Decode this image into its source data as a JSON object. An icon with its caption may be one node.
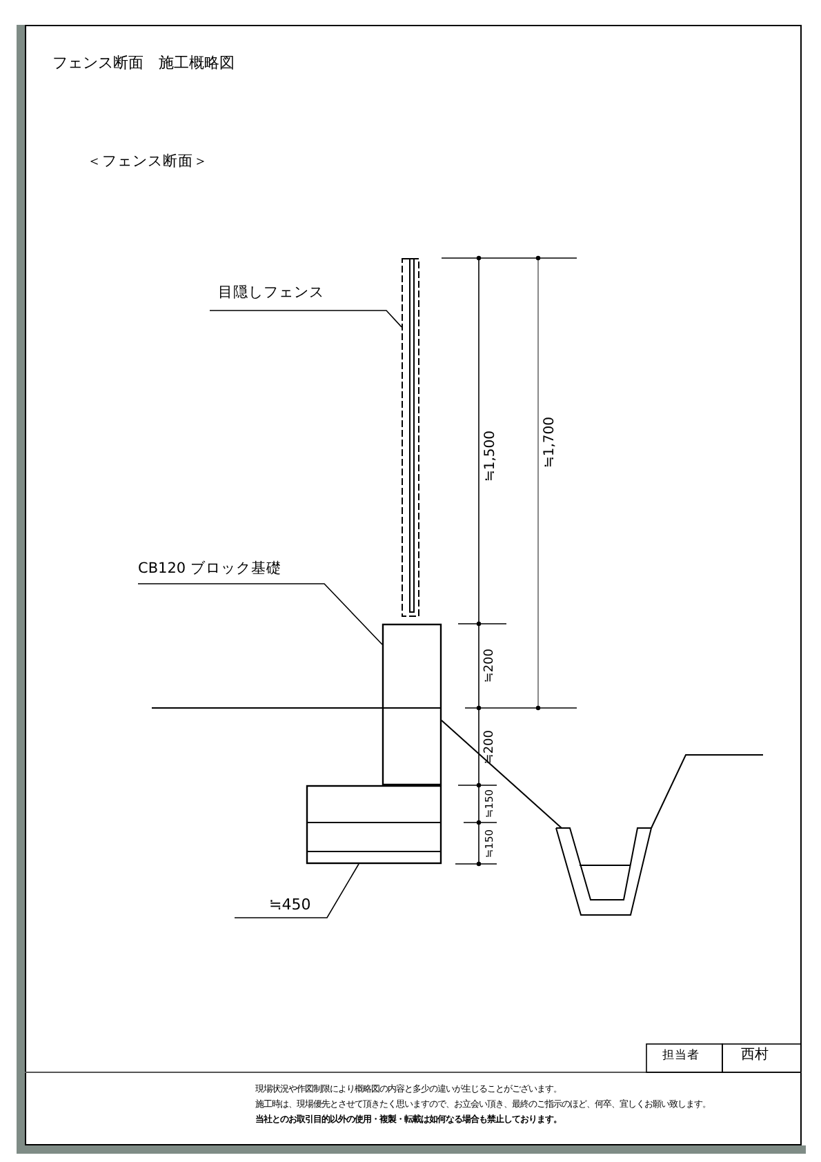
{
  "diagram": {
    "title": "フェンス断面　施工概略図",
    "nodes": [
      {
        "text": [
          "目隠しフェンス"
        ]
      },
      {
        "text": [],
        "shape": "bar"
      },
      {
        "text": [
          "CB120 ブロック基礎"
        ]
      },
      {
        "text": [],
        "shape": "box"
      },
      {
        "text": [
          "≒450"
        ]
      },
      {
        "text": [],
        "shape": "box"
      }
    ],
    "edges": [
      {
        "from": 0,
        "to": 1,
        "arrow": "none"
      },
      {
        "from": 2,
        "to": 3,
        "arrow": "none"
      },
      {
        "from": 4,
        "to": 5,
        "arrow": "none"
      }
    ],
    "labels": [
      "＜フェンス断面＞",
      "≒1,500",
      "≒1,700",
      "≒200",
      "≒200",
      "≒150",
      "≒150",
      "担当者",
      "西村",
      "現場状況や作図制限により概略図の内容と多少の違いが生じることがございます。",
      "施工時は、現場優先とさせて頂きたく思いますので、お立会い頂き、最終のご指示のほど、何卒、宜しくお願い致します。",
      "当社とのお取引目的以外の使用・複製・転載は如何なる場合も禁止しております。"
    ]
  }
}
